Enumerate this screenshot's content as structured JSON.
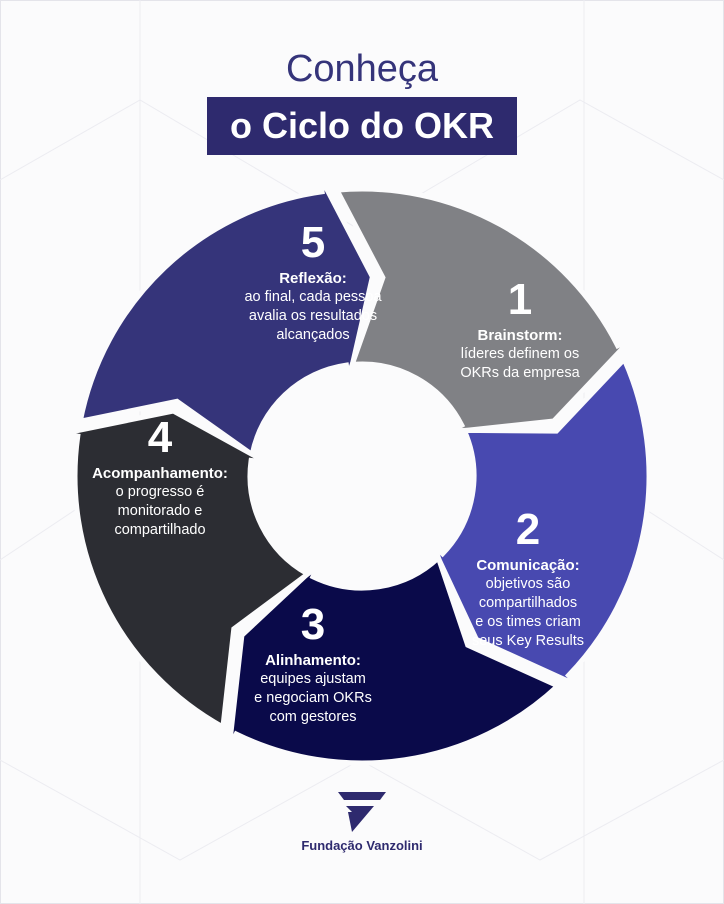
{
  "title": {
    "line1": "Conheça",
    "line2": "o Ciclo do OKR"
  },
  "colors": {
    "title": "#35347a",
    "title_box": "#2e2a6e",
    "step1": "#35347a",
    "step2": "#808185",
    "step3": "#4849b0",
    "step4": "#0a0a4a",
    "step5": "#2c2d33"
  },
  "steps": [
    {
      "number": "1",
      "label": "Brainstorm:",
      "lines": [
        "líderes definem os",
        "OKRs da empresa"
      ]
    },
    {
      "number": "2",
      "label": "Comunicação:",
      "lines": [
        "objetivos são",
        "compartilhados",
        "e os times criam",
        "seus Key Results"
      ]
    },
    {
      "number": "3",
      "label": "Alinhamento:",
      "lines": [
        "equipes ajustam",
        "e negociam OKRs",
        "com gestores"
      ]
    },
    {
      "number": "4",
      "label": "Acompanhamento:",
      "lines": [
        "o progresso é",
        "monitorado e",
        "compartilhado"
      ]
    },
    {
      "number": "5",
      "label": "Reflexão:",
      "lines": [
        "ao final, cada pessoa",
        "avalia os resultados",
        "alcançados"
      ]
    }
  ],
  "brand": {
    "name": "Fundação Vanzolini",
    "icon": "fv-logo-icon"
  }
}
